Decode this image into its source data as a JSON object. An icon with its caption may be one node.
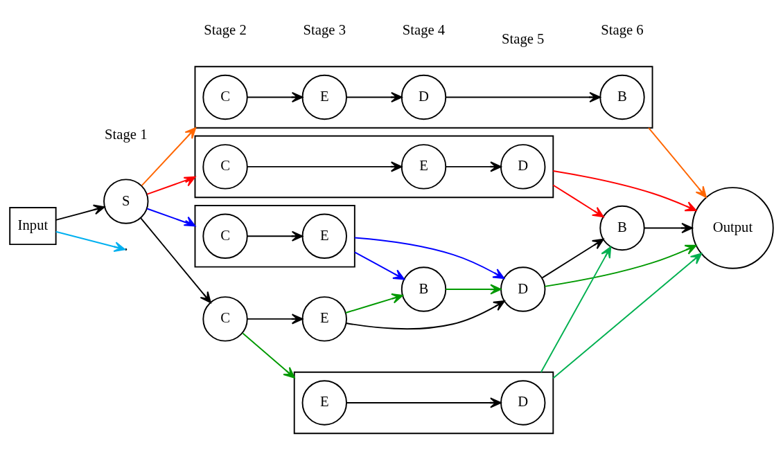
{
  "diagram": {
    "nodes": [
      {
        "text": [
          "Input"
        ]
      },
      {
        "text": [
          "S"
        ]
      },
      {
        "text": [],
        "shape": "box"
      },
      {
        "text": [
          "C"
        ],
        "in": 2
      },
      {
        "text": [
          "E"
        ],
        "in": 2
      },
      {
        "text": [
          "B"
        ]
      },
      {
        "text": [
          "C"
        ]
      },
      {
        "text": [
          "E"
        ]
      },
      {
        "text": [
          "D"
        ]
      },
      {
        "text": [
          "B"
        ]
      },
      {
        "text": [],
        "shape": "box"
      },
      {
        "text": [
          "E"
        ],
        "in": 10
      },
      {
        "text": [
          "D"
        ],
        "in": 10
      },
      {
        "text": [],
        "shape": "box"
      },
      {
        "text": [
          "C"
        ],
        "in": 13
      },
      {
        "text": [
          "E"
        ],
        "in": 13
      },
      {
        "text": [
          "D"
        ],
        "in": 13
      },
      {
        "text": [],
        "shape": "box"
      },
      {
        "text": [
          "C"
        ],
        "in": 17
      },
      {
        "text": [
          "E"
        ],
        "in": 17
      },
      {
        "text": [
          "D"
        ],
        "in": 17
      },
      {
        "text": [
          "B"
        ],
        "in": 17
      },
      {
        "text": [
          "Output"
        ]
      }
    ],
    "edges": [
      {
        "from": 0,
        "to": 1,
        "arrow": "to"
      },
      {
        "from": 0,
        "to": null,
        "arrow": "to",
        "color": "#00b0f0"
      },
      {
        "from": 1,
        "to": 2,
        "arrow": "to",
        "color": "#0000ff"
      },
      {
        "from": 1,
        "to": 6,
        "arrow": "to"
      },
      {
        "from": 1,
        "to": 13,
        "arrow": "to",
        "color": "#ff0000"
      },
      {
        "from": 1,
        "to": 17,
        "arrow": "to",
        "color": "#ff6600"
      },
      {
        "from": 3,
        "to": 4,
        "arrow": "to"
      },
      {
        "from": 2,
        "to": 5,
        "arrow": "to",
        "color": "#0000ff"
      },
      {
        "from": 2,
        "to": 8,
        "arrow": "to",
        "color": "#0000ff"
      },
      {
        "from": 6,
        "to": 7,
        "arrow": "to"
      },
      {
        "from": 6,
        "to": 10,
        "arrow": "to",
        "color": "#009900"
      },
      {
        "from": 7,
        "to": 5,
        "arrow": "to",
        "color": "#009900"
      },
      {
        "from": 5,
        "to": 8,
        "arrow": "to",
        "color": "#009900"
      },
      {
        "from": 7,
        "to": 8,
        "arrow": "to"
      },
      {
        "from": 8,
        "to": 9,
        "arrow": "to"
      },
      {
        "from": 8,
        "to": 22,
        "arrow": "to",
        "color": "#009900"
      },
      {
        "from": 11,
        "to": 12,
        "arrow": "to"
      },
      {
        "from": 10,
        "to": 9,
        "arrow": "to",
        "color": "#00b050"
      },
      {
        "from": 10,
        "to": 22,
        "arrow": "to",
        "color": "#00b050"
      },
      {
        "from": 9,
        "to": 22,
        "arrow": "to"
      },
      {
        "from": 14,
        "to": 15,
        "arrow": "to"
      },
      {
        "from": 15,
        "to": 16,
        "arrow": "to"
      },
      {
        "from": 13,
        "to": 9,
        "arrow": "to",
        "color": "#ff0000"
      },
      {
        "from": 13,
        "to": 22,
        "arrow": "to",
        "color": "#ff0000"
      },
      {
        "from": 18,
        "to": 19,
        "arrow": "to"
      },
      {
        "from": 19,
        "to": 20,
        "arrow": "to"
      },
      {
        "from": 20,
        "to": 21,
        "arrow": "to"
      },
      {
        "from": 17,
        "to": 22,
        "arrow": "to",
        "color": "#ff6600"
      }
    ],
    "labels": [
      "Stage 1",
      "Stage 2",
      "Stage 3",
      "Stage 4",
      "Stage 5",
      "Stage 6"
    ]
  }
}
